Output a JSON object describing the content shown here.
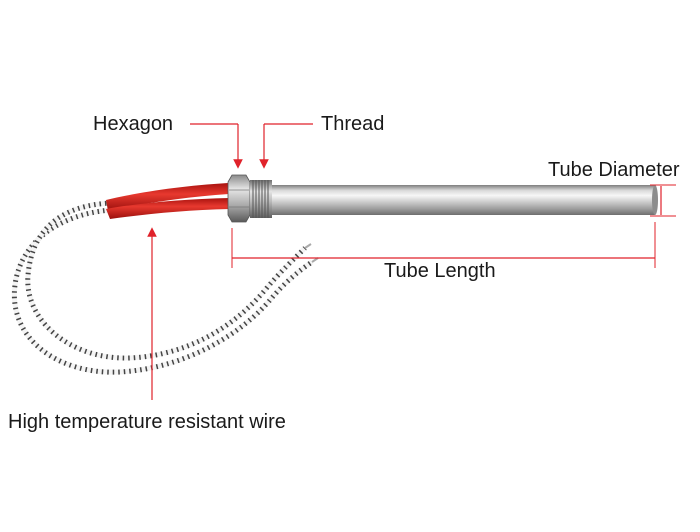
{
  "labels": {
    "hexagon": "Hexagon",
    "thread": "Thread",
    "tube_diameter": "Tube Diameter",
    "tube_length": "Tube Length",
    "wire": "High temperature resistant wire"
  },
  "colors": {
    "arrow": "#e0222a",
    "tube_light": "#f2f2f2",
    "tube_mid": "#c9c9c9",
    "tube_dark": "#8a8a8a",
    "sleeve_red": "#d8231e",
    "wire_white": "#f4f4f4",
    "wire_stripe": "#444444"
  }
}
